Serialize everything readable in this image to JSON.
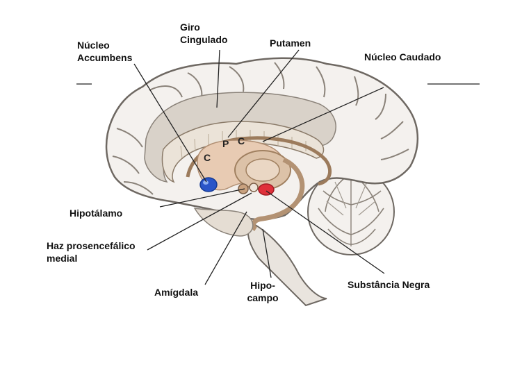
{
  "labels": {
    "giro": [
      "Giro",
      "Cingulado"
    ],
    "putamen": "Putamen",
    "accumbens": [
      "Núcleo",
      "Accumbens"
    ],
    "caudado": "Núcleo Caudado",
    "hipotalamo": "Hipotálamo",
    "haz": [
      "Haz prosencefálico",
      "medial"
    ],
    "amigdala": "Amígdala",
    "hipocampo": [
      "Hipo-",
      "campo"
    ],
    "substancia": "Substância Negra"
  },
  "structure_letters": {
    "caudate_upper": "C",
    "putamen": "P",
    "caudate_lower": "C"
  },
  "colors": {
    "brain_fill": "#f4f1ee",
    "brain_outline": "#6e6862",
    "cortex_shade": "#d9d2c9",
    "basal_ganglia": "#e8cbb3",
    "accumbens": "#2a55c8",
    "substantia_nigra": "#e0303a",
    "pointer_line": "#222222"
  }
}
